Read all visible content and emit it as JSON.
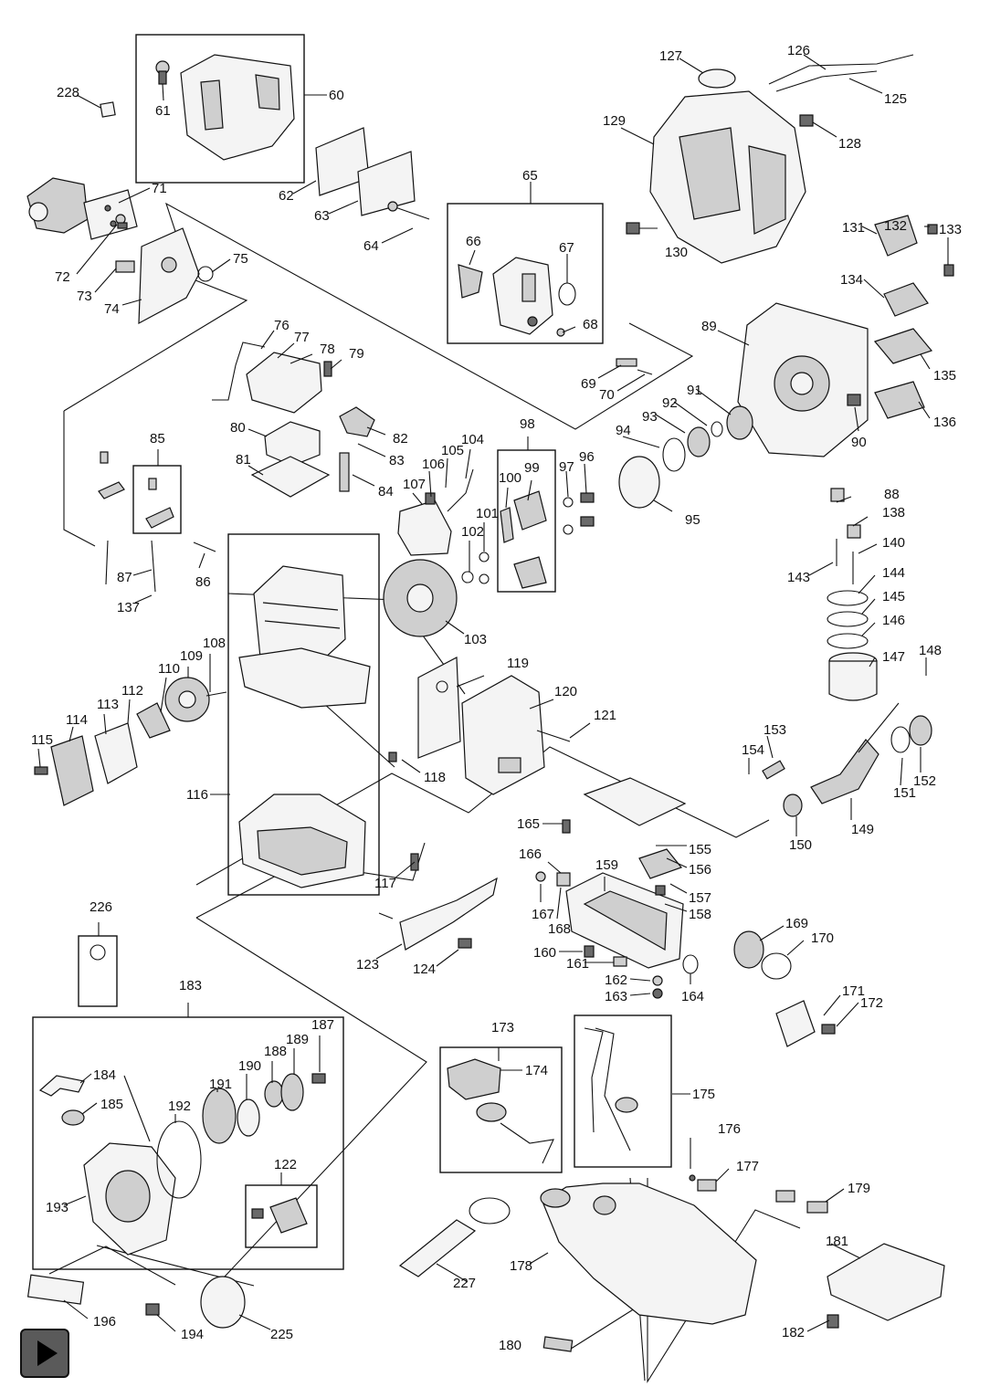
{
  "player": {
    "icon": "play-icon"
  },
  "labels": {
    "60": "60",
    "61": "61",
    "62": "62",
    "63": "63",
    "64": "64",
    "65": "65",
    "66": "66",
    "67": "67",
    "68": "68",
    "69": "69",
    "70": "70",
    "71": "71",
    "72": "72",
    "73": "73",
    "74": "74",
    "75": "75",
    "76": "76",
    "77": "77",
    "78": "78",
    "79": "79",
    "80": "80",
    "81": "81",
    "82": "82",
    "83": "83",
    "84": "84",
    "85": "85",
    "86": "86",
    "87": "87",
    "88": "88",
    "89": "89",
    "90": "90",
    "91": "91",
    "92": "92",
    "93": "93",
    "94": "94",
    "95": "95",
    "96": "96",
    "97": "97",
    "98": "98",
    "99": "99",
    "100": "100",
    "101": "101",
    "102": "102",
    "103": "103",
    "104": "104",
    "105": "105",
    "106": "106",
    "107": "107",
    "108": "108",
    "109": "109",
    "110": "110",
    "112": "112",
    "113": "113",
    "114": "114",
    "115": "115",
    "116": "116",
    "117": "117",
    "118": "118",
    "119": "119",
    "120": "120",
    "121": "121",
    "122": "122",
    "123": "123",
    "124": "124",
    "125": "125",
    "126": "126",
    "127": "127",
    "128": "128",
    "129": "129",
    "130": "130",
    "131": "131",
    "132": "132",
    "133": "133",
    "134": "134",
    "135": "135",
    "136": "136",
    "137": "137",
    "138": "138",
    "140": "140",
    "143": "143",
    "144": "144",
    "145": "145",
    "146": "146",
    "147": "147",
    "148": "148",
    "149": "149",
    "150": "150",
    "151": "151",
    "152": "152",
    "153": "153",
    "154": "154",
    "155": "155",
    "156": "156",
    "157": "157",
    "158": "158",
    "159": "159",
    "160": "160",
    "161": "161",
    "162": "162",
    "163": "163",
    "164": "164",
    "165": "165",
    "166": "166",
    "167": "167",
    "168": "168",
    "169": "169",
    "170": "170",
    "171": "171",
    "172": "172",
    "173": "173",
    "174": "174",
    "175": "175",
    "176": "176",
    "177": "177",
    "178": "178",
    "179": "179",
    "180": "180",
    "181": "181",
    "182": "182",
    "183": "183",
    "184": "184",
    "185": "185",
    "187": "187",
    "188": "188",
    "189": "189",
    "190": "190",
    "191": "191",
    "192": "192",
    "193": "193",
    "194": "194",
    "196": "196",
    "225": "225",
    "226": "226",
    "227": "227",
    "228": "228"
  }
}
